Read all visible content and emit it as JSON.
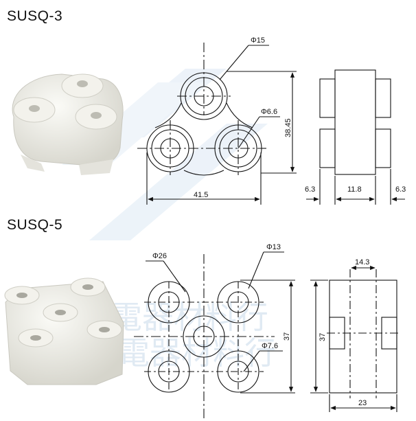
{
  "products": [
    {
      "model": "SUSQ-3",
      "front_view": {
        "hole_outer_diameter": "Φ15",
        "hole_inner_diameter": "Φ6.6",
        "width": "41.5",
        "height": "38.45"
      },
      "side_view": {
        "left_boss": "6.3",
        "body_width": "11.8",
        "right_boss": "6.3"
      }
    },
    {
      "model": "SUSQ-5",
      "front_view": {
        "outer_diameter": "Φ26",
        "hole_outer_diameter": "Φ13",
        "hole_inner_diameter": "Φ7.6",
        "height": "37"
      },
      "side_view": {
        "boss_spacing": "14.3",
        "height": "37",
        "width": "23"
      }
    }
  ],
  "watermark": {
    "line1": "協電器材料行",
    "line2": "協昌電器材料行"
  },
  "colors": {
    "line": "#111111",
    "watermark": "#c7d9ea",
    "ceramic": "#f1f0ea",
    "ceramic_shade": "#d9d8d0"
  }
}
